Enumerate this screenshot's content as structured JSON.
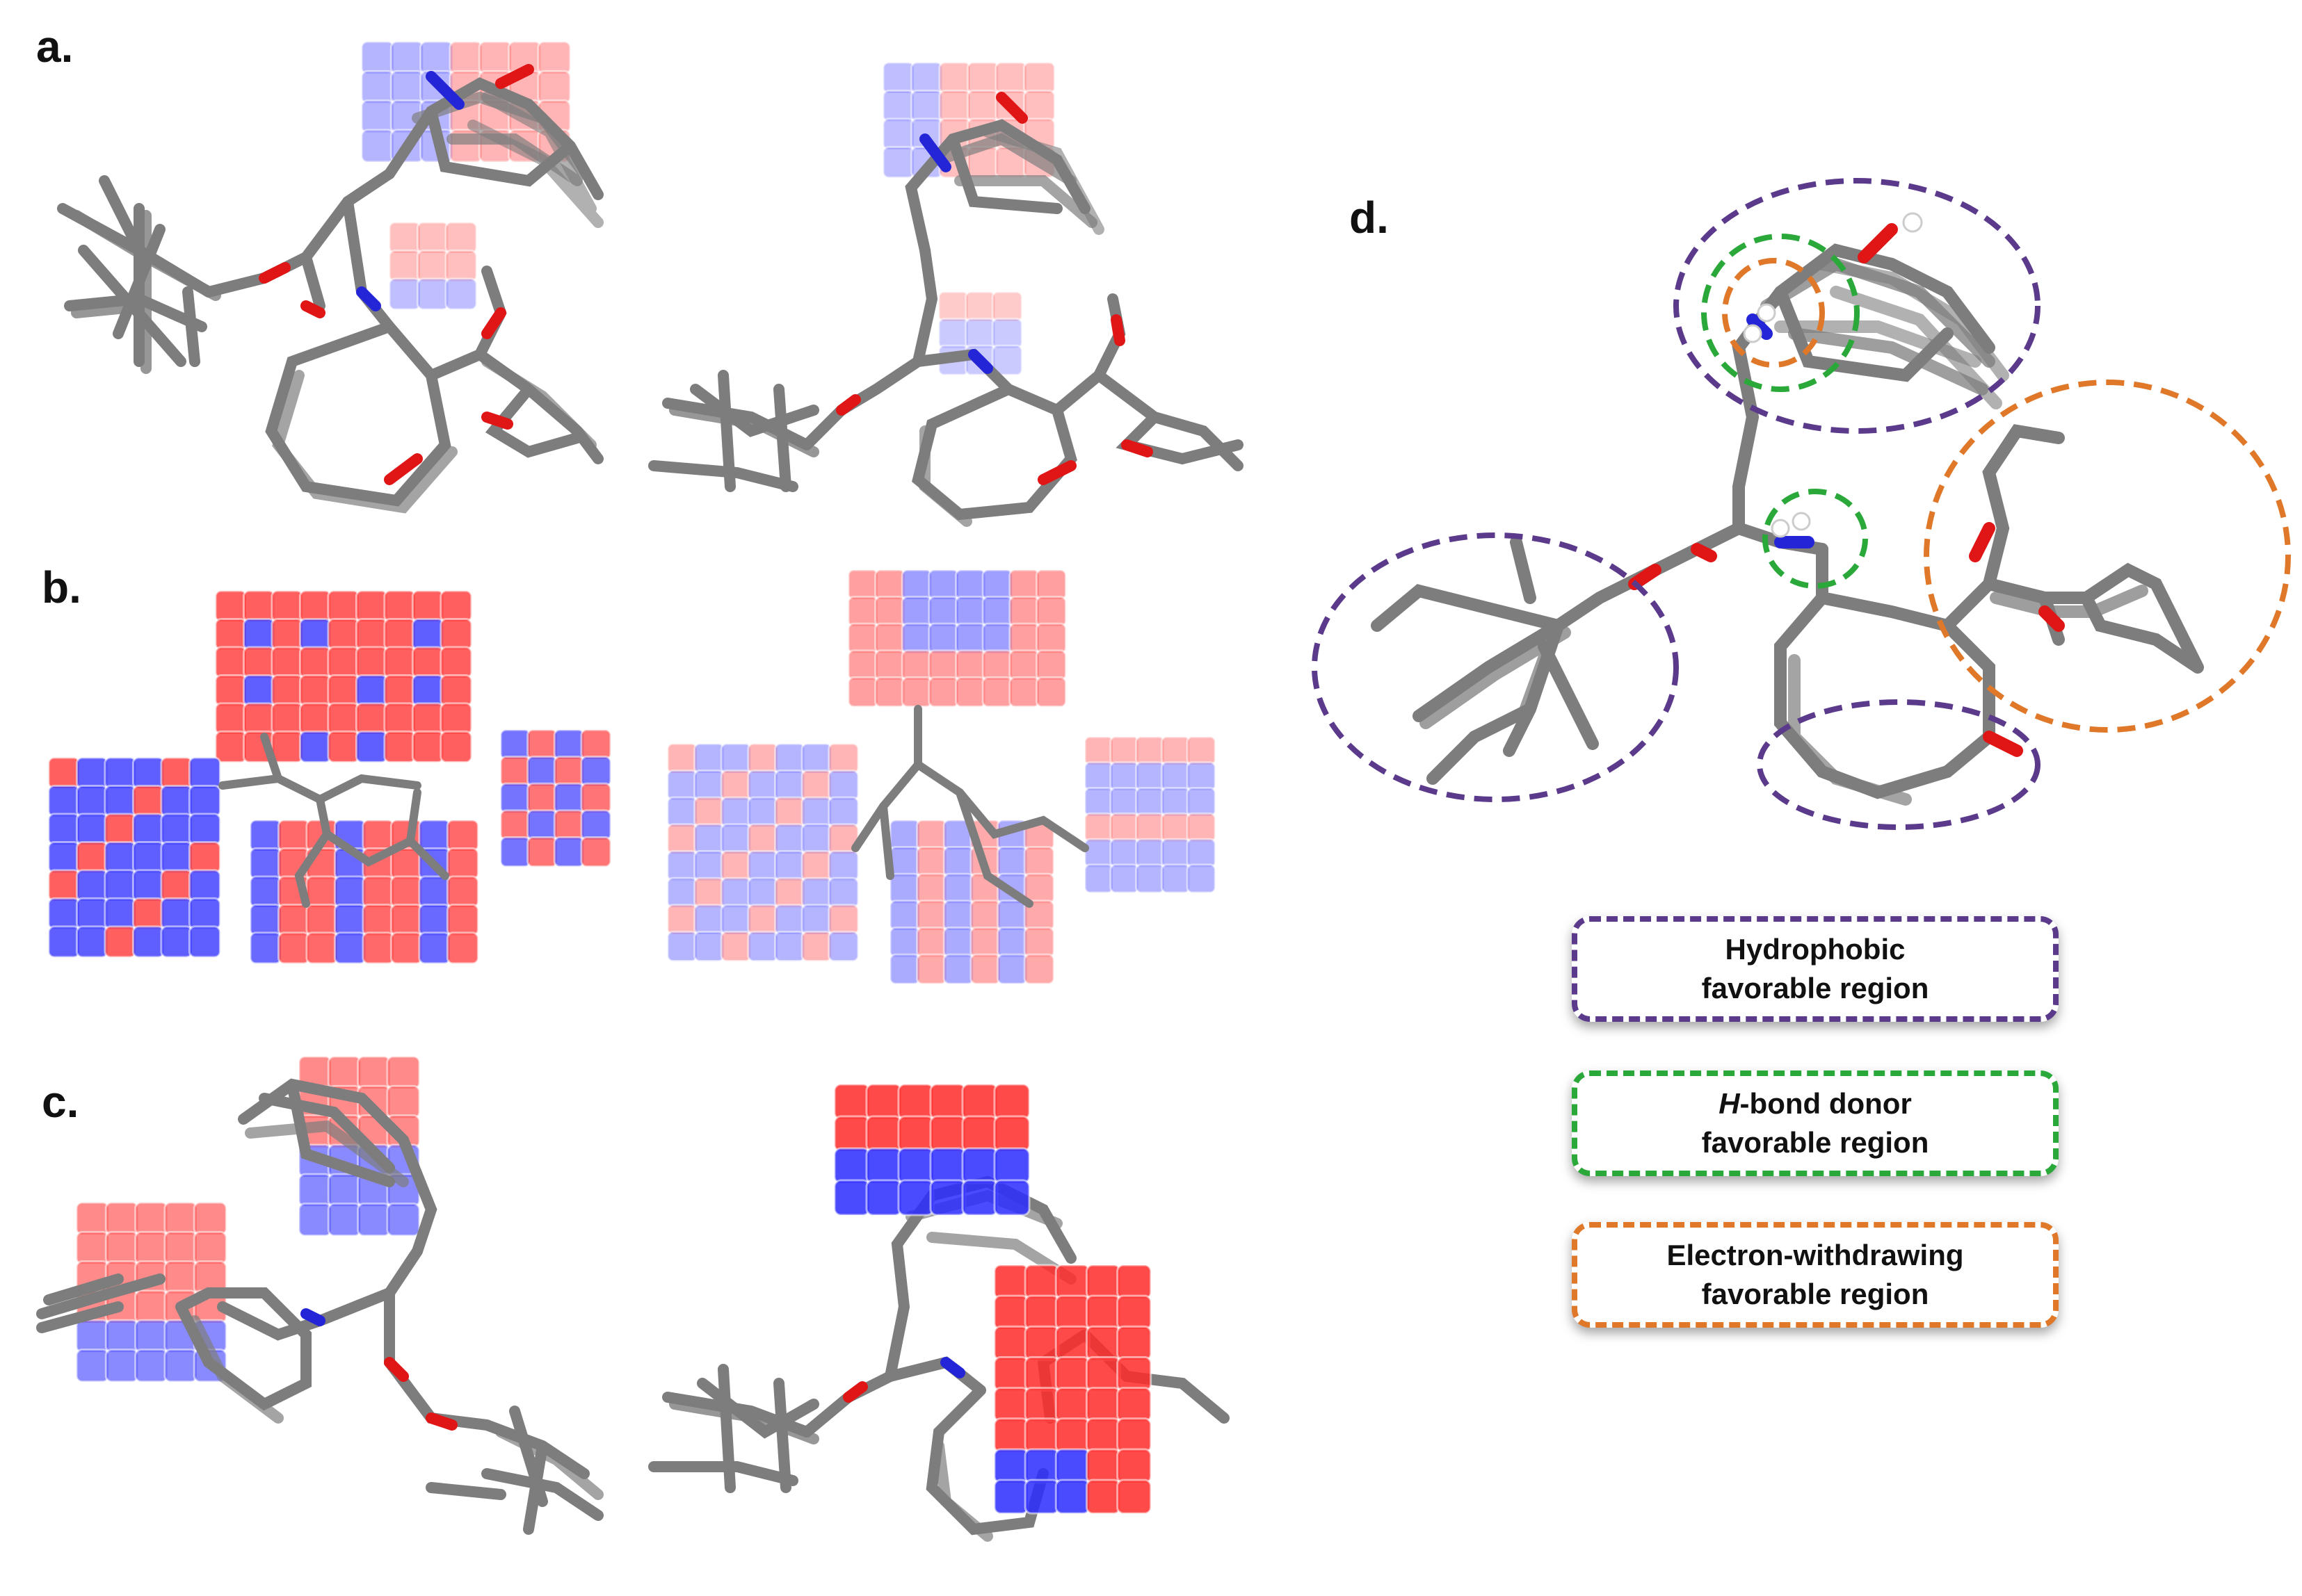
{
  "panels": {
    "a": "a.",
    "b": "b.",
    "c": "c.",
    "d": "d."
  },
  "legend": {
    "hydrophobic": {
      "line1": "Hydrophobic",
      "line2": "favorable region",
      "color": "#5b3a8c"
    },
    "hbond": {
      "line1_italic": "H",
      "line1_rest": "-bond donor",
      "line2": "favorable region",
      "color": "#2aa83a"
    },
    "ewd": {
      "line1": "Electron-withdrawing",
      "line2": "favorable region",
      "color": "#e0782a"
    }
  },
  "colors": {
    "bond": "#7d7d7d",
    "oxygen": "#e01515",
    "nitrogen": "#2525d8",
    "contour_positive": "#ff2a2a",
    "contour_negative": "#2a2aff"
  }
}
